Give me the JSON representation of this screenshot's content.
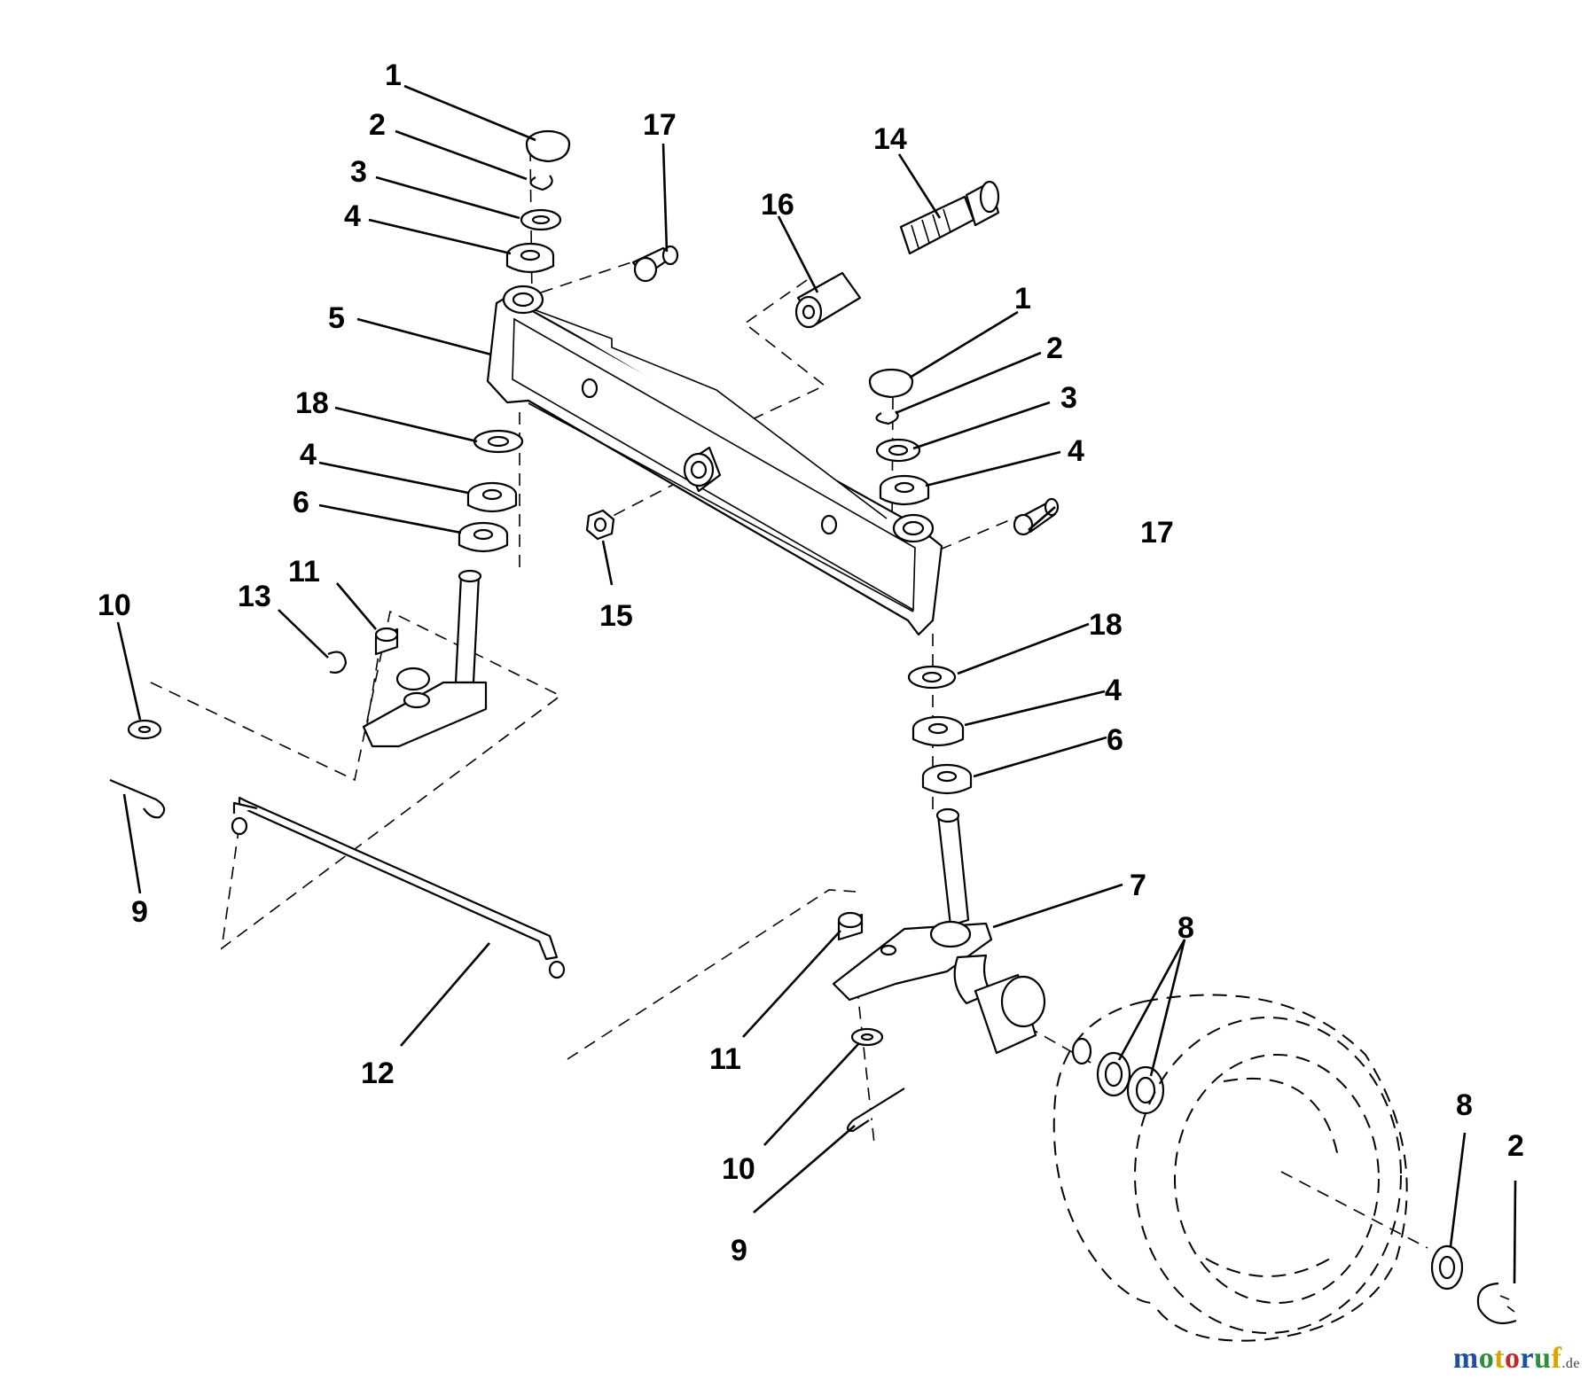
{
  "callouts": {
    "c1a": "1",
    "c2a": "2",
    "c3a": "3",
    "c4a": "4",
    "c5": "5",
    "c18a": "18",
    "c4b": "4",
    "c6a": "6",
    "c17a": "17",
    "c14": "14",
    "c16": "16",
    "c1b": "1",
    "c2b": "2",
    "c3b": "3",
    "c4c": "4",
    "c17b": "17",
    "c15": "15",
    "c10a": "10",
    "c13": "13",
    "c11a": "11",
    "c9a": "9",
    "c18b": "18",
    "c4d": "4",
    "c6b": "6",
    "c7": "7",
    "c8a": "8",
    "c12": "12",
    "c11b": "11",
    "c10b": "10",
    "c9b": "9",
    "c8b": "8",
    "c2c": "2"
  },
  "watermark": {
    "letters": [
      "m",
      "o",
      "t",
      "o",
      "r",
      "u",
      "f"
    ],
    "colors": [
      "#1f4fa0",
      "#2f8f3a",
      "#d9a400",
      "#c62828",
      "#1f4fa0",
      "#2f8f3a",
      "#d9a400"
    ],
    "suffix": ".de"
  }
}
